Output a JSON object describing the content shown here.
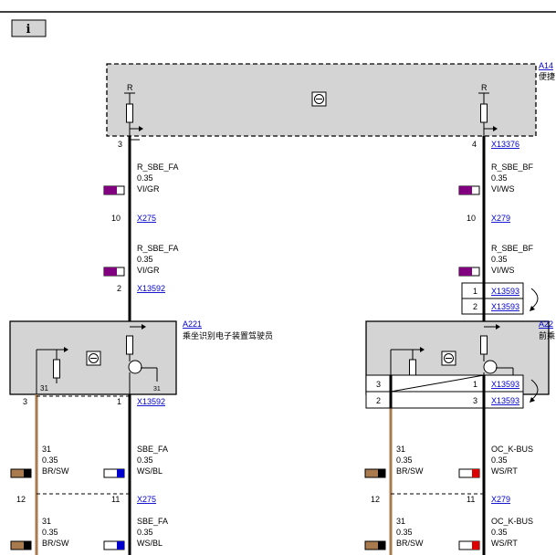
{
  "top": {
    "info_glyph": "i"
  },
  "modules": {
    "a14": {
      "id": "A14",
      "name": "便捷"
    },
    "a221": {
      "id": "A221",
      "name": "乘坐识别电子装置驾驶员"
    },
    "a22": {
      "id": "A22",
      "name": "前乘"
    },
    "r_label": "R",
    "pin_31": "31"
  },
  "left": {
    "pin_top": "3",
    "w1": {
      "name": "R_SBE_FA",
      "size": "0.35",
      "color": "VI/GR"
    },
    "conn_x275": {
      "pin": "10",
      "id": "X275"
    },
    "w2": {
      "name": "R_SBE_FA",
      "size": "0.35",
      "color": "VI/GR"
    },
    "conn_x13592": {
      "pin": "2",
      "id": "X13592"
    },
    "bottom_conn": {
      "pin_left": "3",
      "pin_right": "1",
      "id": "X13592"
    },
    "w3a": {
      "name": "31",
      "size": "0.35",
      "color": "BR/SW"
    },
    "w3b": {
      "name": "SBE_FA",
      "size": "0.35",
      "color": "WS/BL"
    },
    "conn2": {
      "pin_left": "12",
      "pin_right": "11",
      "id": "X275"
    },
    "w4a": {
      "name": "31",
      "size": "0.35",
      "color": "BR/SW"
    },
    "w4b": {
      "name": "SBE_FA",
      "size": "0.35",
      "color": "WS/BL"
    }
  },
  "right": {
    "pin_top": "4",
    "conn_top": {
      "id": "X13376"
    },
    "w1": {
      "name": "R_SBE_BF",
      "size": "0.35",
      "color": "VI/WS"
    },
    "conn_x279": {
      "pin": "10",
      "id": "X279"
    },
    "w2": {
      "name": "R_SBE_BF",
      "size": "0.35",
      "color": "VI/WS"
    },
    "conn_x13593a": {
      "pin1": "1",
      "pin2": "2",
      "id": "X13593"
    },
    "bottom_box": {
      "l1": "3",
      "r1": "1",
      "l2": "2",
      "r2": "3",
      "id": "X13593"
    },
    "w3a": {
      "name": "31",
      "size": "0.35",
      "color": "BR/SW"
    },
    "w3b": {
      "name": "OC_K-BUS",
      "size": "0.35",
      "color": "WS/RT"
    },
    "conn2": {
      "pin_left": "12",
      "pin_right": "11",
      "id": "X279"
    },
    "w4a": {
      "name": "31",
      "size": "0.35",
      "color": "BR/SW"
    },
    "w4b": {
      "name": "OC_K-BUS",
      "size": "0.35",
      "color": "WS/RT"
    }
  },
  "colors": {
    "violet": "#800080",
    "brown": "#a87a4d",
    "blue": "#0000cc",
    "red": "#dd0000",
    "module_fill": "#d4d4d4",
    "link": "#0000cc"
  }
}
